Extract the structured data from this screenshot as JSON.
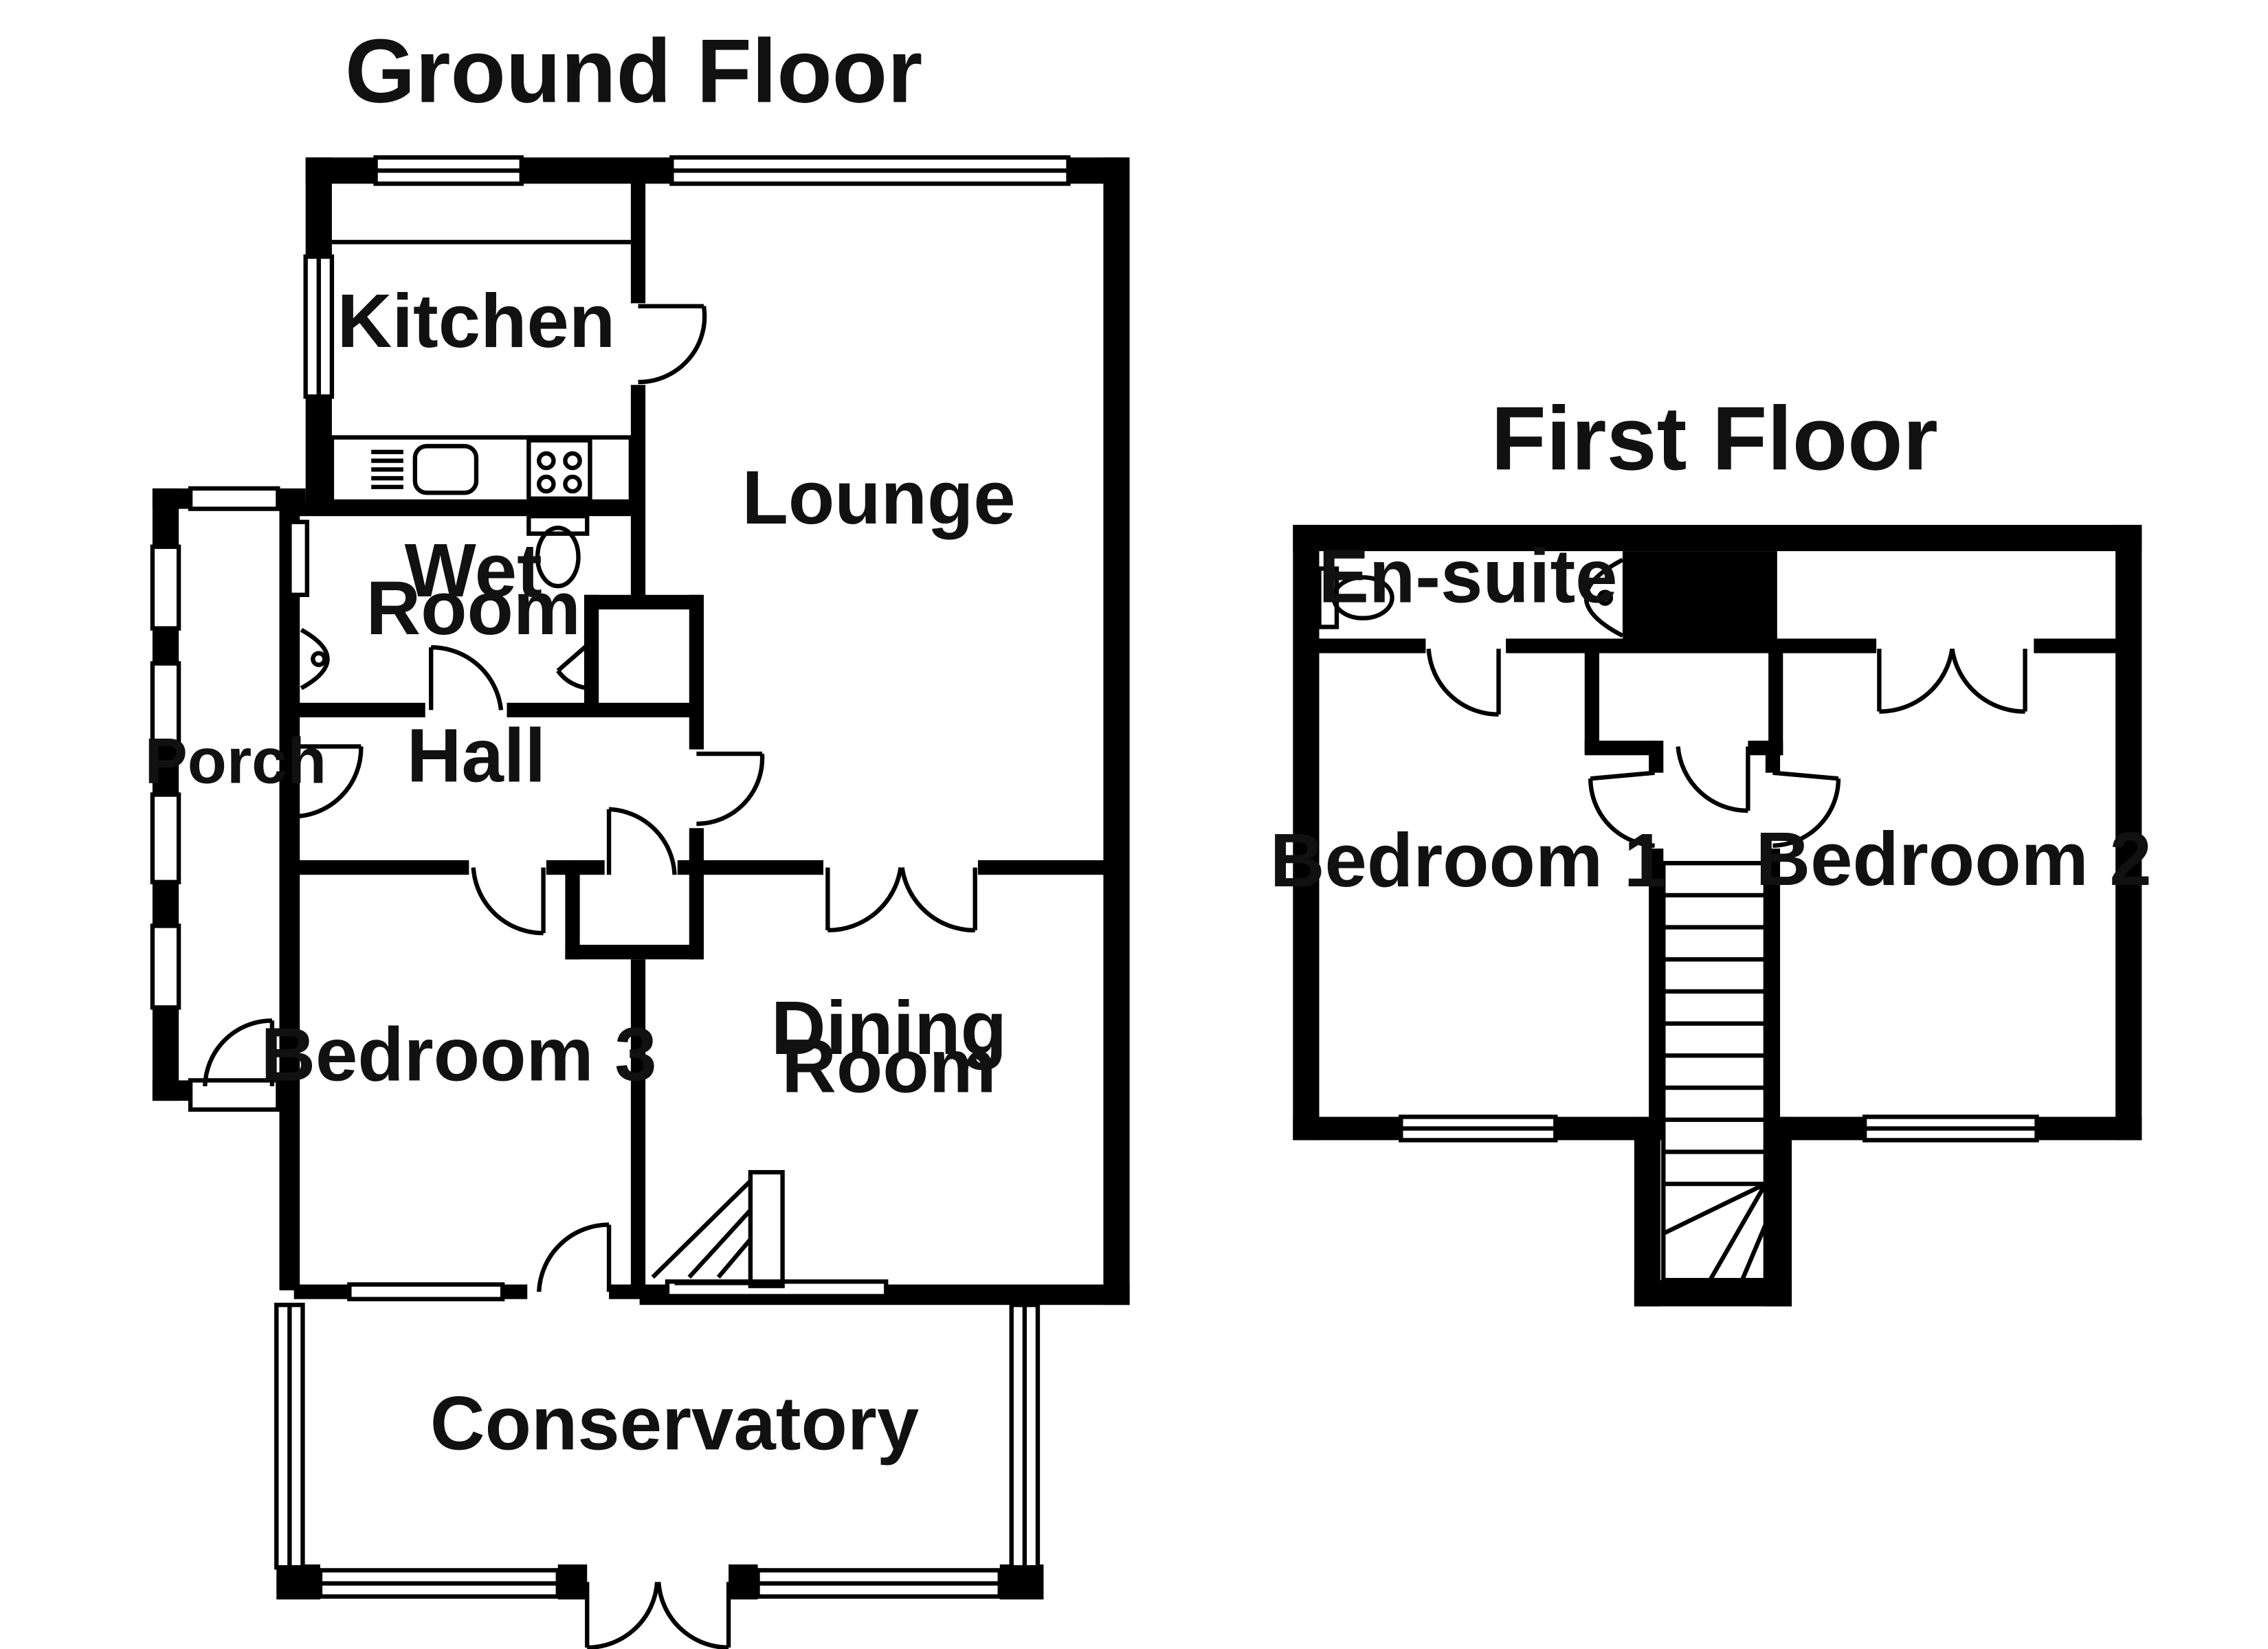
{
  "floors": [
    {
      "key": "ground",
      "title": "Ground Floor"
    },
    {
      "key": "first",
      "title": "First Floor"
    }
  ],
  "rooms": {
    "kitchen": "Kitchen",
    "lounge": "Lounge",
    "wet_room_1": "Wet",
    "wet_room_2": "Room",
    "porch": "Porch",
    "hall": "Hall",
    "bedroom_3": "Bedroom 3",
    "dining_1": "Dining",
    "dining_2": "Room",
    "conservatory": "Conservatory",
    "en_suite": "En-suite",
    "bedroom_1": "Bedroom 1",
    "bedroom_2": "Bedroom 2"
  }
}
